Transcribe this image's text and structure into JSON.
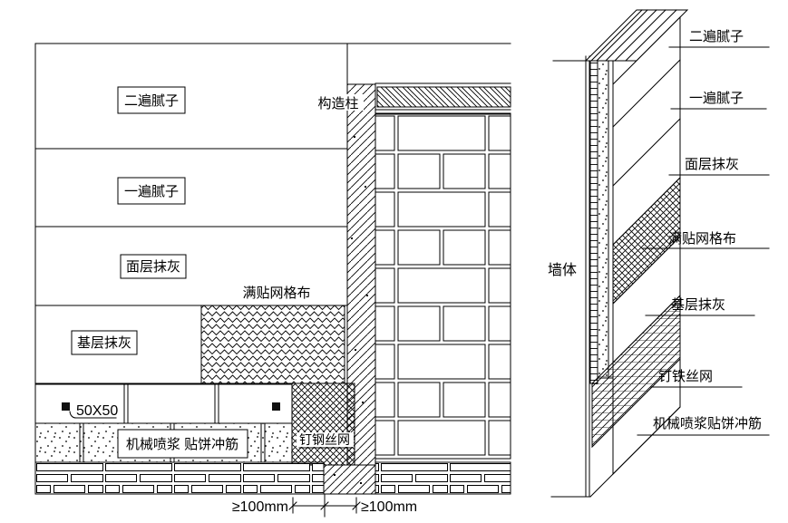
{
  "drawing": {
    "colors": {
      "line": "#000000",
      "background": "#ffffff",
      "cake_fill": "#111111"
    },
    "left": {
      "boxes": [
        "二遍腻子",
        "一遍腻子",
        "面层抹灰",
        "基层抹灰"
      ],
      "spray_label": "机械喷浆 贴饼冲筋",
      "mesh_label": "满贴网格布",
      "column_label": "构造柱",
      "wire_label": "钉钢丝网",
      "cake_label": "50X50",
      "dim_left": "≥100mm",
      "dim_right": "≥100mm"
    },
    "right": {
      "wall_label": "墙体",
      "labels": [
        "二遍腻子",
        "一遍腻子",
        "面层抹灰",
        "满贴网格布",
        "基层抹灰",
        "钉铁丝网",
        "机械喷浆贴饼冲筋"
      ]
    }
  }
}
